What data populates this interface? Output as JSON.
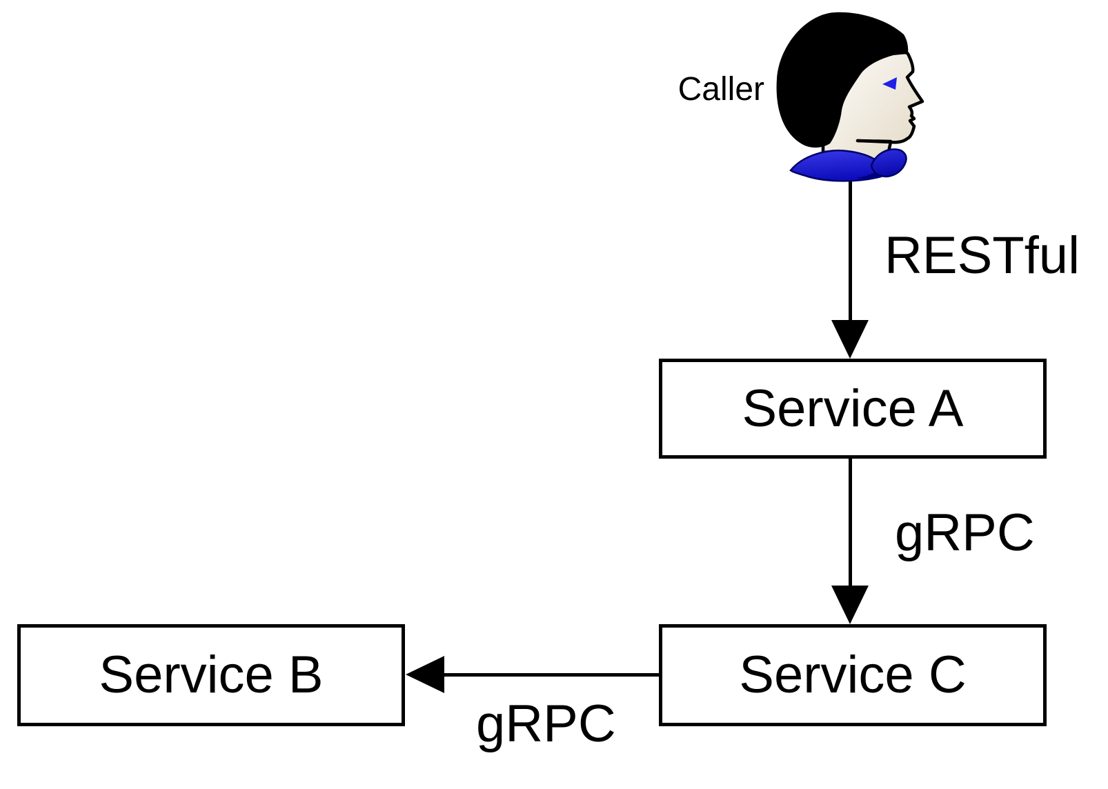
{
  "diagram": {
    "background_color": "#ffffff",
    "line_color": "#000000",
    "text_color": "#000000",
    "actor": {
      "label": "Caller",
      "hair_color": "#000000",
      "outline_color": "#000000",
      "face_color_top": "#fefdfb",
      "face_color_bottom": "#e2d8c3",
      "eye_color": "#1f1fe8",
      "collar_color_light": "#3a3ae8",
      "collar_color_dark": "#0d0dbd",
      "collar_shadow_color": "#000085",
      "collar_outline_color": "#000066"
    },
    "nodes": [
      {
        "id": "service-a",
        "label": "Service A"
      },
      {
        "id": "service-b",
        "label": "Service B"
      },
      {
        "id": "service-c",
        "label": "Service C"
      }
    ],
    "edges": [
      {
        "from": "Caller",
        "to": "Service A",
        "label": "RESTful",
        "direction": "down"
      },
      {
        "from": "Service A",
        "to": "Service C",
        "label": "gRPC",
        "direction": "down"
      },
      {
        "from": "Service C",
        "to": "Service B",
        "label": "gRPC",
        "direction": "left"
      }
    ]
  }
}
